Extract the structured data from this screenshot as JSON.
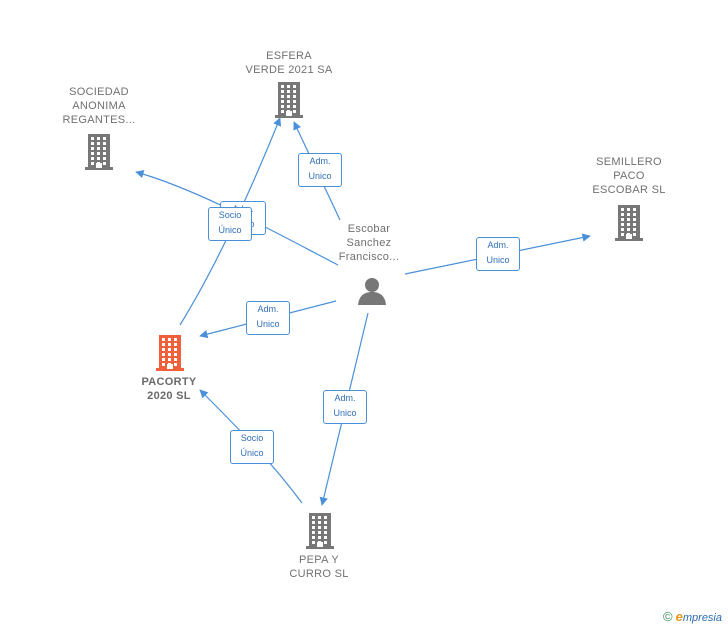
{
  "nodes": {
    "esfera": {
      "label": "ESFERA\nVERDE 2021 SA",
      "type": "company"
    },
    "sociedad": {
      "label": "SOCIEDAD\nANONIMA\nREGANTES...",
      "type": "company"
    },
    "semillero": {
      "label": "SEMILLERO\nPACO\nESCOBAR  SL",
      "type": "company"
    },
    "person": {
      "label": "Escobar\nSanchez\nFrancisco...",
      "type": "person"
    },
    "pacorty": {
      "label": "PACORTY\n2020  SL",
      "type": "company-main"
    },
    "pepa": {
      "label": "PEPA Y\nCURRO  SL",
      "type": "company"
    }
  },
  "edges": {
    "person_esfera": "Adm.\nUnico",
    "person_semillero": "Adm.\nUnico",
    "person_pacorty": "Adm.\nUnico",
    "person_pepa": "Adm.\nUnico",
    "pacorty_esfera": "Socio\nÚnico",
    "person_sociedad": "Adm.\nUnico",
    "pepa_pacorty": "Socio\nÚnico"
  },
  "colors": {
    "edge": "#4a90d9",
    "company_icon": "#777777",
    "main_icon": "#f0603a",
    "person_icon": "#777777"
  },
  "footer": {
    "copyright": "©",
    "brand_first": "e",
    "brand_rest": "mpresia"
  }
}
